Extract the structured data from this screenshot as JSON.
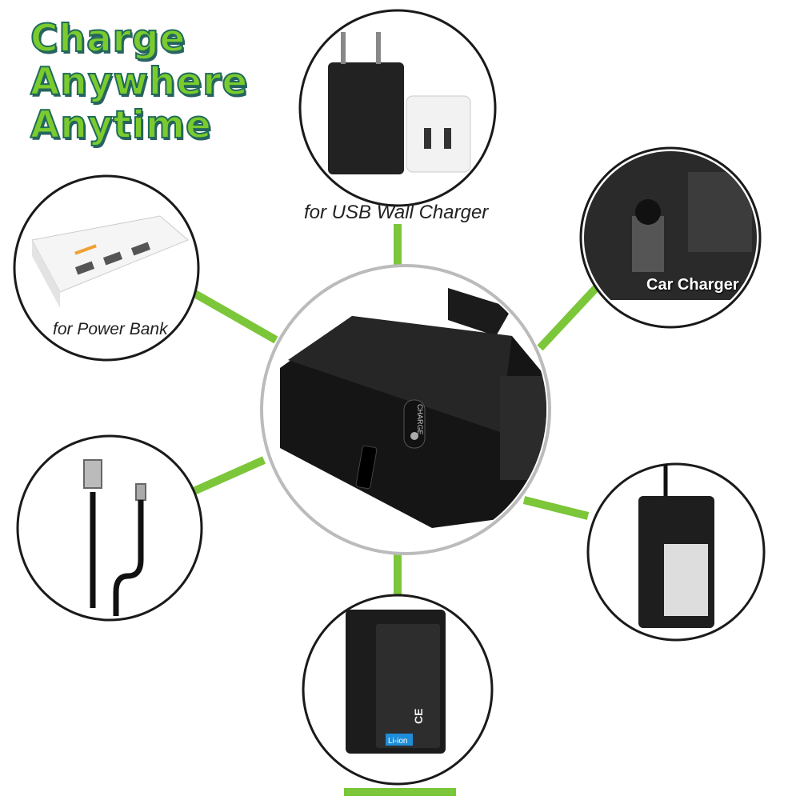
{
  "title": {
    "line1": "Charge",
    "line2": "Anywhere",
    "line3": "Anytime"
  },
  "labels": {
    "wall": "for USB Wall Charger",
    "car": "Car Charger",
    "power_bank": "for Power Bank"
  },
  "center_device": {
    "button_text": "CHARGE"
  },
  "battery": {
    "badge": "Li-ion",
    "mark": "CE"
  },
  "colors": {
    "green": "#7cc63a",
    "title_green": "#7ccb2e",
    "outline": "#1a1a1a"
  }
}
